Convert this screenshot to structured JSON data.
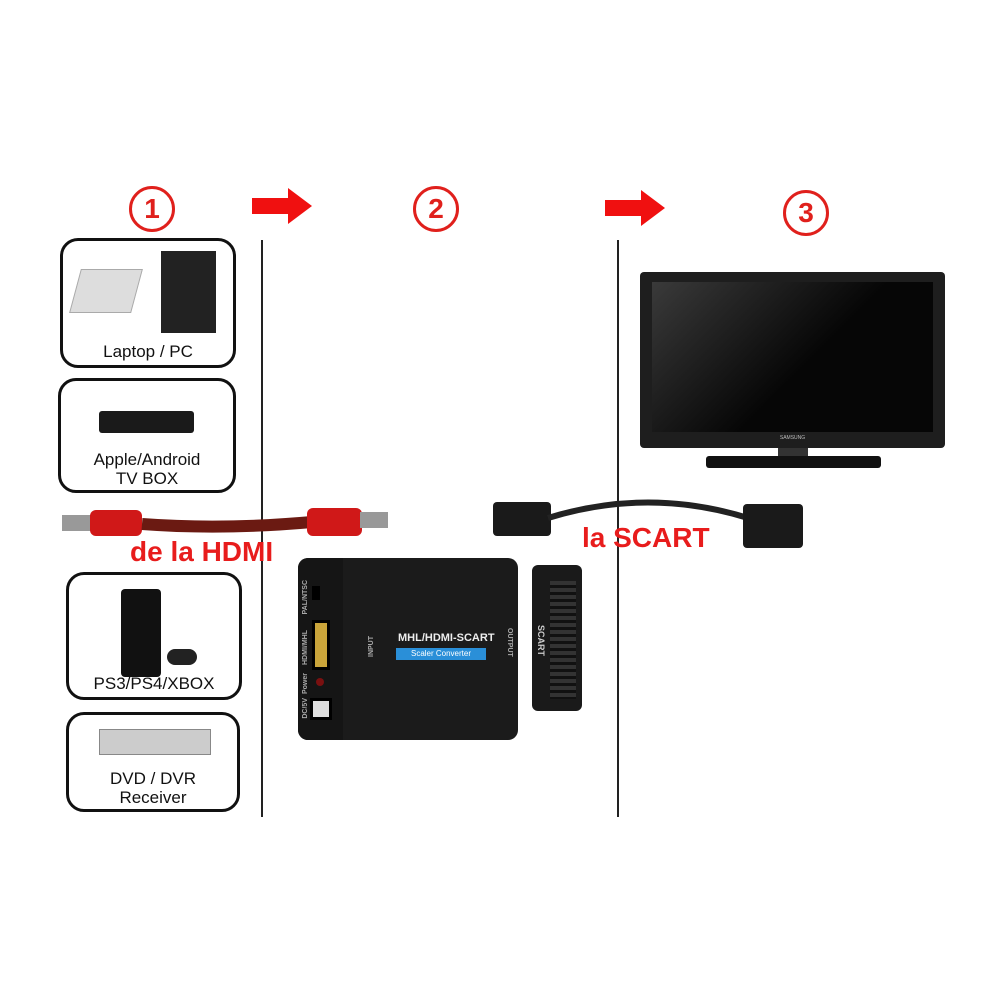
{
  "steps": [
    "1",
    "2",
    "3"
  ],
  "sources": [
    {
      "label": "Laptop / PC"
    },
    {
      "label": "Apple/Android\nTV BOX"
    },
    {
      "label": "PS3/PS4/XBOX"
    },
    {
      "label": "DVD / DVR\nReceiver"
    }
  ],
  "hdmi_label": "de la HDMI",
  "scart_label": "la SCART",
  "converter": {
    "title": "MHL/HDMI-SCART",
    "subtitle": "Scaler Converter",
    "pal": "PAL/NTSC",
    "hdmi": "HDMI/MHL",
    "power": "Power",
    "dc": "DC/5V",
    "input": "INPUT",
    "output": "OUTPUT",
    "scart": "SCART"
  },
  "tv_brand": "SAMSUNG",
  "colors": {
    "accent": "#e81c1c",
    "label_blue": "#2a8fd8"
  }
}
